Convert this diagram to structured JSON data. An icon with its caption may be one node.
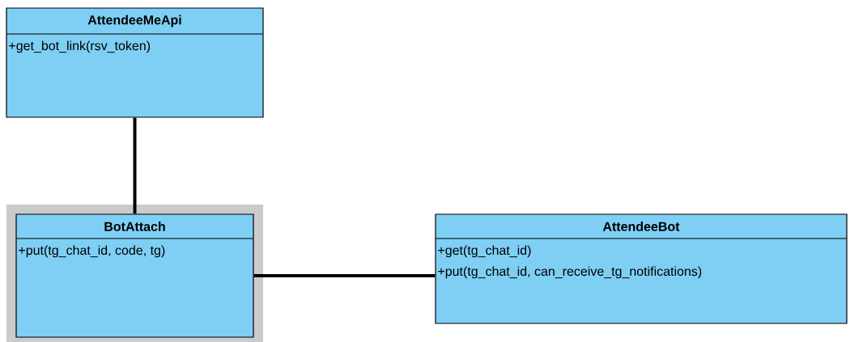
{
  "diagram": {
    "nodes": [
      {
        "text": [
          "AttendeeMeApi",
          "+get_bot_link(rsv_token)"
        ]
      },
      {
        "text": [
          "BotAttach",
          "+put(tg_chat_id, code, tg)"
        ]
      },
      {
        "text": [
          "AttendeeBot",
          "+get(tg_chat_id)",
          "+put(tg_chat_id, can_receive_tg_notifications)"
        ]
      }
    ],
    "edges": [
      {
        "from": 0,
        "to": 1,
        "arrow": "none"
      },
      {
        "from": 1,
        "to": 2,
        "arrow": "none"
      }
    ]
  }
}
